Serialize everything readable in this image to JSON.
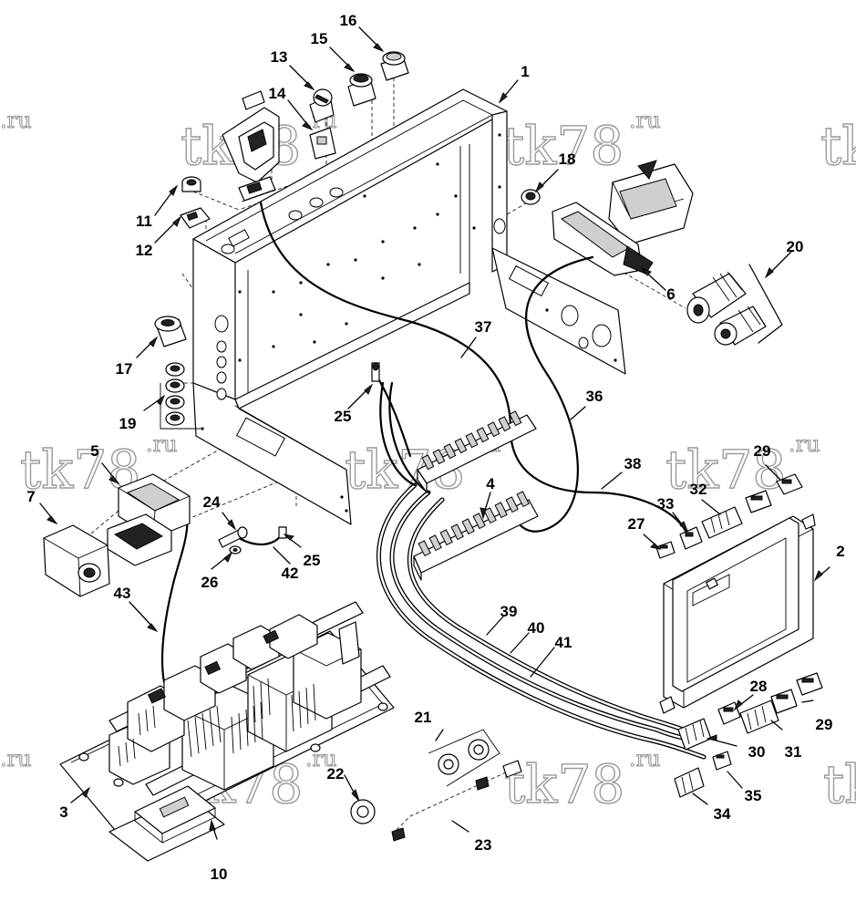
{
  "watermark": {
    "brand": "tk78",
    "suffix": ".ru"
  },
  "callouts": [
    "1",
    "2",
    "3",
    "4",
    "5",
    "6",
    "7",
    "10",
    "11",
    "12",
    "13",
    "14",
    "15",
    "16",
    "17",
    "18",
    "19",
    "20",
    "21",
    "22",
    "23",
    "24",
    "25",
    "25",
    "26",
    "27",
    "28",
    "29",
    "29",
    "30",
    "31",
    "32",
    "33",
    "34",
    "35",
    "36",
    "37",
    "38",
    "39",
    "40",
    "41",
    "42",
    "43"
  ]
}
